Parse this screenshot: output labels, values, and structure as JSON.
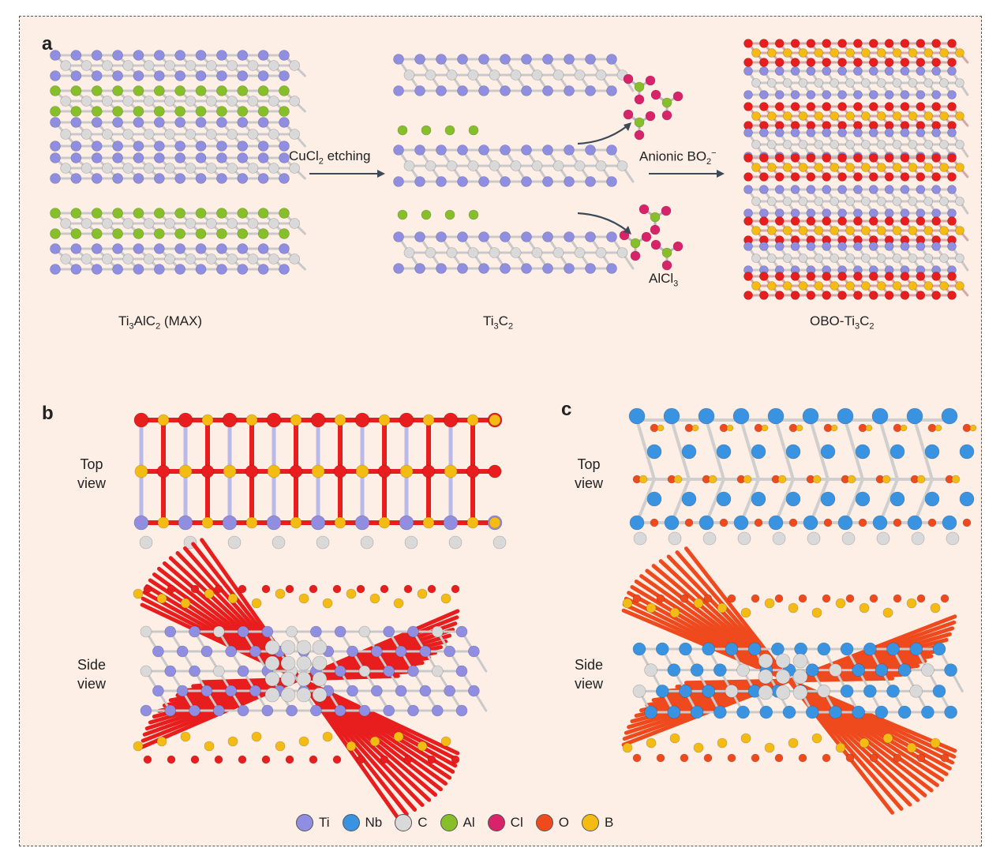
{
  "panels": {
    "a": "a",
    "b": "b",
    "c": "c"
  },
  "panel_a": {
    "label_max": "Ti",
    "label_max_sub1": "3",
    "label_max_mid": "AlC",
    "label_max_sub2": "2",
    "label_max_end": " (MAX)",
    "label_ti3c2": "Ti",
    "label_ti3c2_sub1": "3",
    "label_ti3c2_mid": "C",
    "label_ti3c2_sub2": "2",
    "label_obo": "OBO-Ti",
    "label_obo_sub1": "3",
    "label_obo_mid": "C",
    "label_obo_sub2": "2",
    "arrow1_pre": "CuCl",
    "arrow1_sub": "2",
    "arrow1_post": " etching",
    "arrow2_pre": "Anionic BO",
    "arrow2_sub": "2",
    "arrow2_sup": "−",
    "alcl3_pre": "AlCl",
    "alcl3_sub": "3"
  },
  "panel_b": {
    "top_view": [
      "Top",
      "view"
    ],
    "side_view": [
      "Side",
      "view"
    ]
  },
  "panel_c": {
    "top_view": [
      "Top",
      "view"
    ],
    "side_view": [
      "Side",
      "view"
    ]
  },
  "legend": [
    {
      "label": "Ti",
      "color": "#8f8ee0"
    },
    {
      "label": "Nb",
      "color": "#3a93e0"
    },
    {
      "label": "C",
      "color": "#d9d9d9"
    },
    {
      "label": "Al",
      "color": "#86bf2a"
    },
    {
      "label": "Cl",
      "color": "#d8226a"
    },
    {
      "label": "O",
      "color": "#ee4a1e"
    },
    {
      "label": "B",
      "color": "#f4bb14"
    }
  ],
  "colors": {
    "Ti": "#8f8ee0",
    "Nb": "#3a93e0",
    "C": "#d9d9d9",
    "Al": "#86bf2a",
    "Cl": "#d8226a",
    "O": "#ee4a1e",
    "O_red": "#e81d1d",
    "B": "#f4bb14",
    "arrow": "#3c4a57"
  }
}
